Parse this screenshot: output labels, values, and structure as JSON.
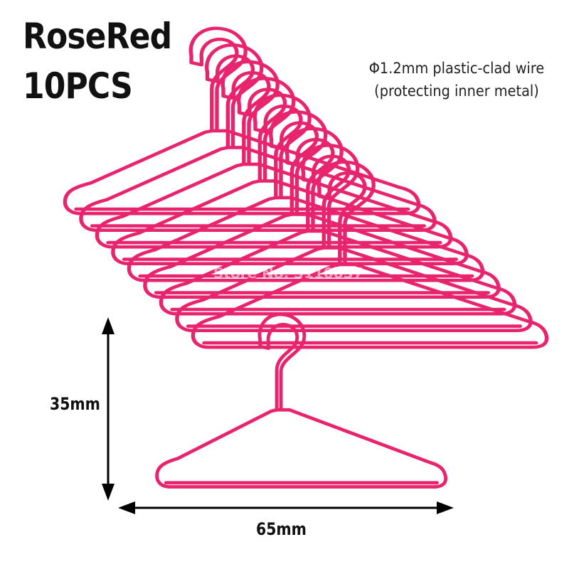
{
  "product": {
    "color_name": "RoseRed",
    "quantity": "10PCS",
    "spec_line1": "Φ1.2mm plastic-clad wire",
    "spec_line2": "(protecting inner metal)",
    "watermark": "Store No. 3110057"
  },
  "dimensions": {
    "height_label": "35mm",
    "width_label": "65mm"
  },
  "colors": {
    "hanger": "#e8246e",
    "hanger_shade": "#c8155a",
    "text": "#111111",
    "arrow": "#000000"
  },
  "hanger_stack_count": 9
}
